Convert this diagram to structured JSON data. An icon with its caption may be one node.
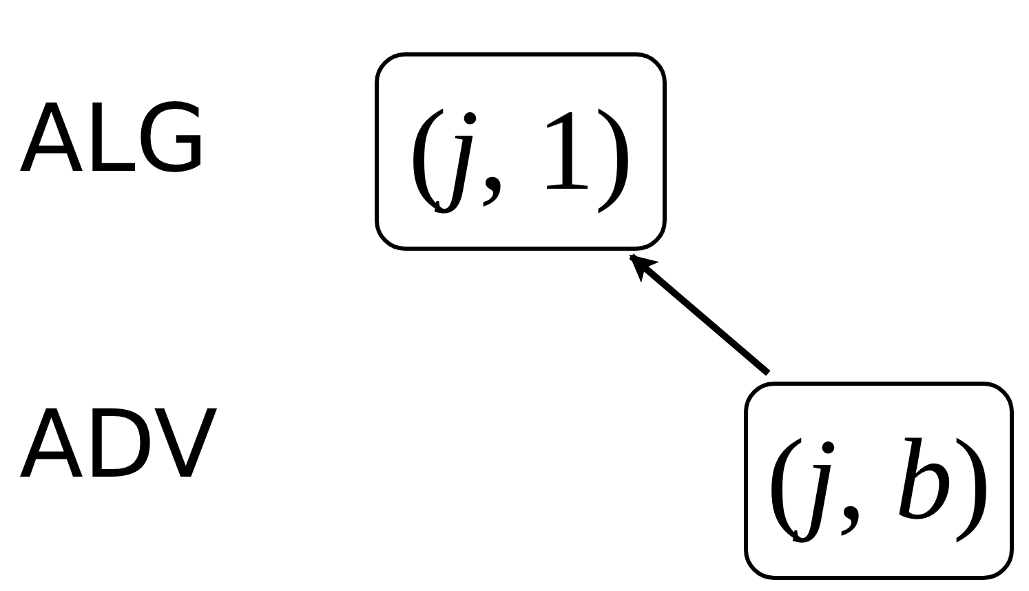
{
  "diagram": {
    "nodes": [
      {
        "text": [
          "(*j*, 1)"
        ]
      },
      {
        "text": [
          "(*j*, *b*)"
        ]
      }
    ],
    "edges": [
      {
        "from": 1,
        "to": 0,
        "arrow": "to"
      }
    ],
    "labels": [
      "ALG",
      "ADV"
    ]
  }
}
